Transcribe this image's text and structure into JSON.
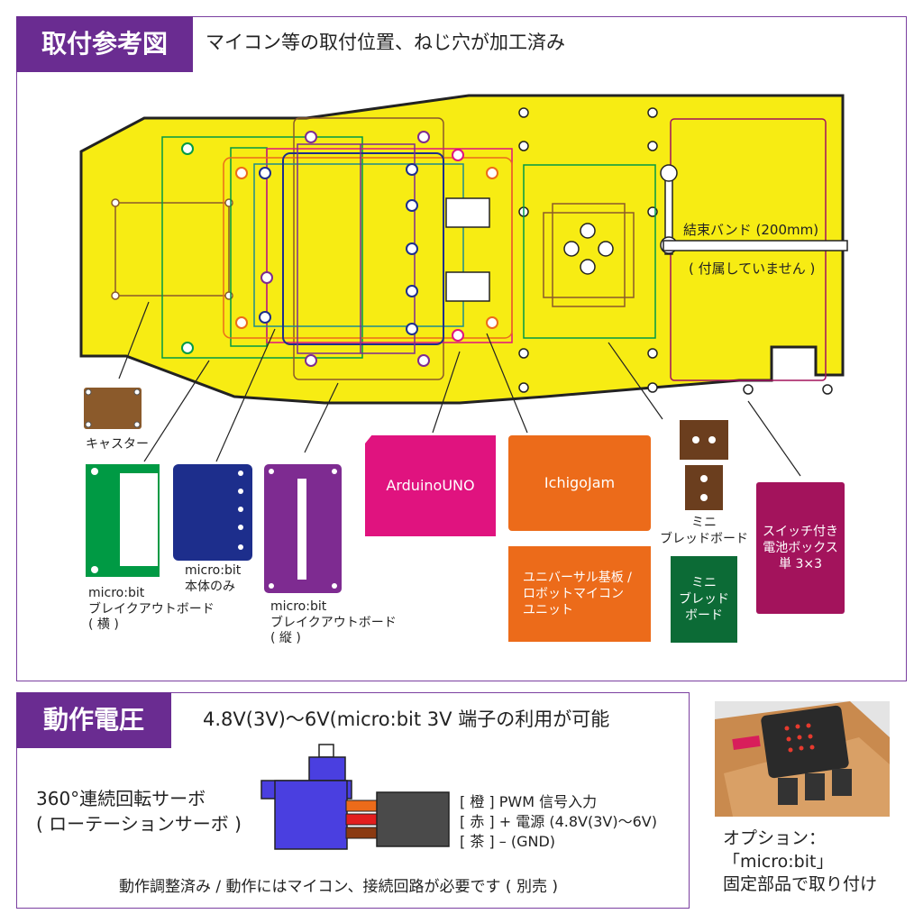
{
  "section1": {
    "tag": "取付参考図",
    "desc": "マイコン等の取付位置、ねじ穴が加工済み",
    "band_label": "結束バンド (200mm)",
    "band_note": "( 付属していません )"
  },
  "parts": {
    "caster": "キャスター",
    "mb_h": "micro:bit\nブレイクアウトボード\n( 横 )",
    "mb_body": "micro:bit\n本体のみ",
    "mb_v": "micro:bit\nブレイクアウトボード\n( 縦 )",
    "arduino": "ArduinoUNO",
    "ichigo": "IchigoJam",
    "universal": "ユニバーサル基板 /\nロボットマイコン\nユニット",
    "mini_bb_label": "ミニ\nブレッドボード",
    "mini_bb_block": "ミニ\nブレッド\nボード",
    "battery": "スイッチ付き\n電池ボックス\n単 3×3"
  },
  "section2": {
    "tag": "動作電圧",
    "voltage": "4.8V(3V)〜6V(micro:bit 3V 端子の利用が可能",
    "servo_title": "360°連続回転サーボ\n( ローテーションサーボ )",
    "wire_orange": "[ 橙 ] PWM 信号入力",
    "wire_red": "[ 赤 ] + 電源 (4.8V(3V)〜6V)",
    "wire_brown": "[ 茶 ] – (GND)",
    "note": "動作調整済み / 動作にはマイコン、接続回路が必要です ( 別売 )"
  },
  "option": {
    "caption": "オプション：\n「micro:bit」\n固定部品で取り付け"
  },
  "colors": {
    "purple": "#6a2c91",
    "board_yellow": "#f7ec13",
    "green": "#009a44",
    "navy": "#1d2e8c",
    "violet": "#7e2b91",
    "magenta": "#e0137f",
    "orange": "#ec6b1a",
    "brown": "#8b5a2b",
    "dark_green": "#0c6b36",
    "battery": "#a3135c",
    "servo_blue": "#4a3fe0"
  }
}
